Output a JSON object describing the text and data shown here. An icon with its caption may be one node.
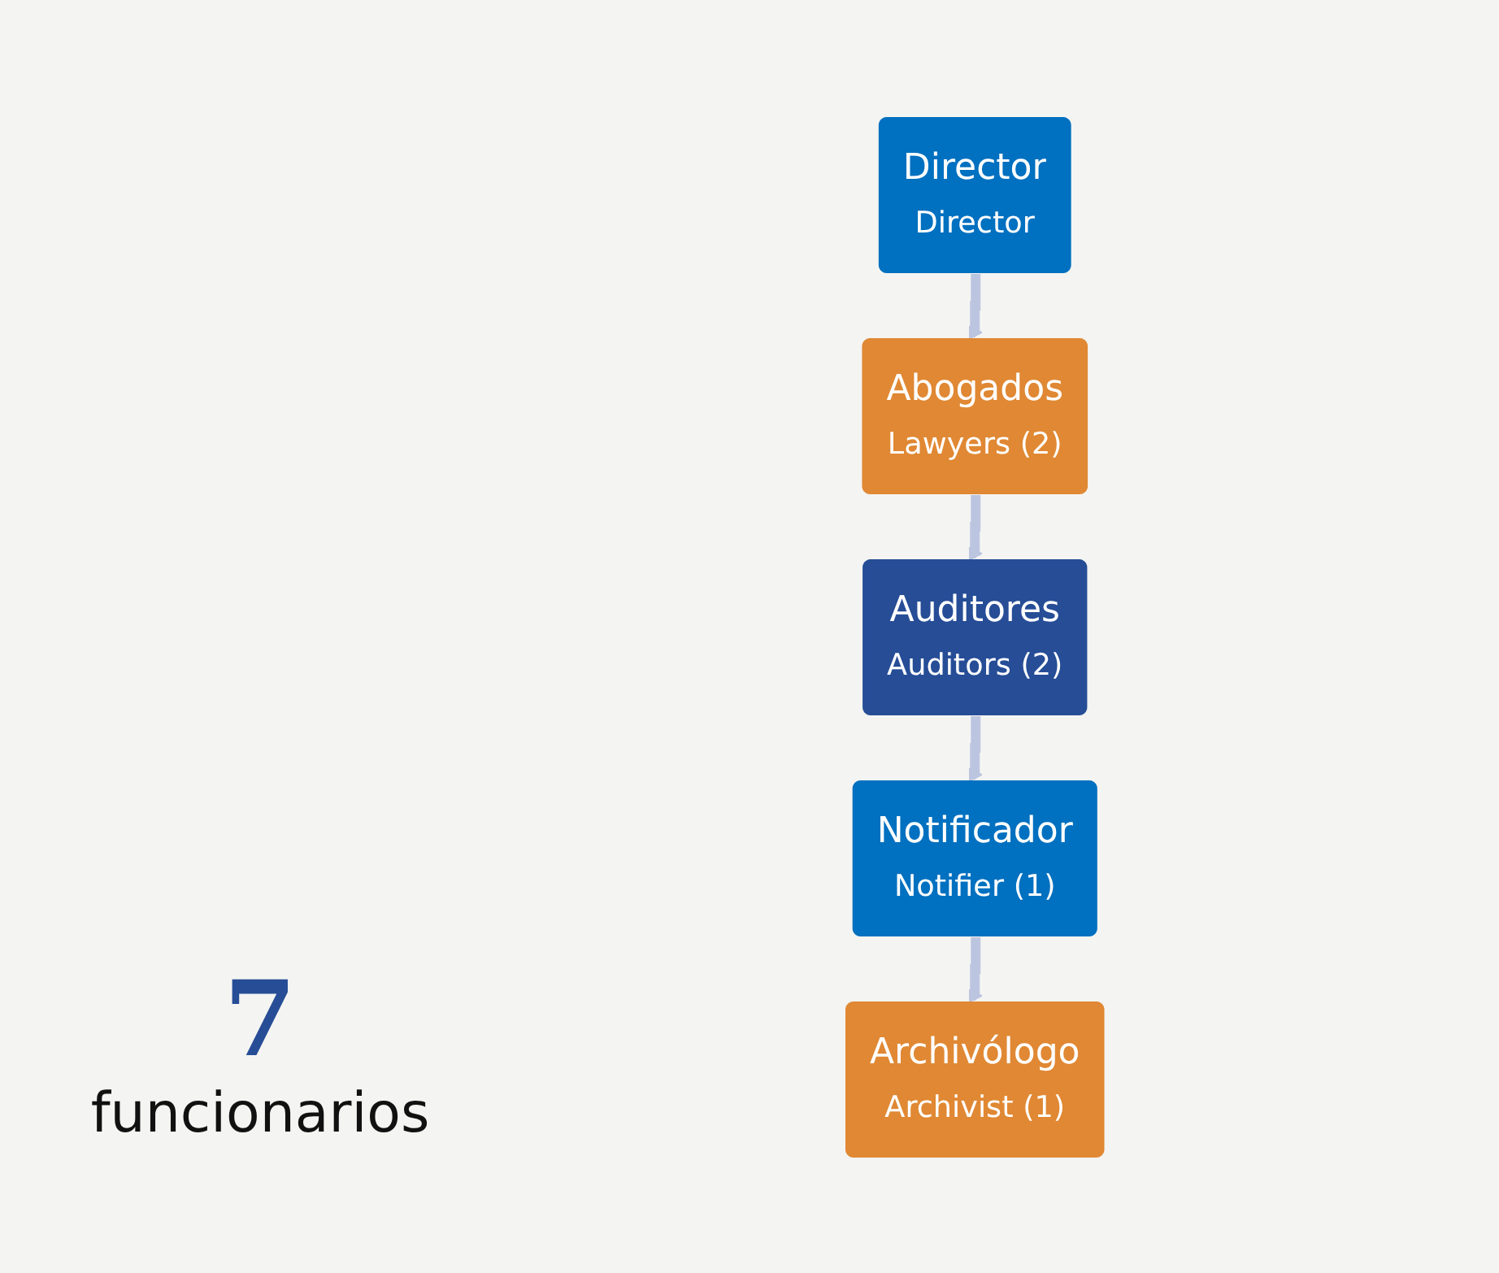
{
  "diagram": {
    "nodes": [
      {
        "text": [
          "Director",
          "Director"
        ]
      },
      {
        "text": [
          "Abogados",
          "Lawyers (2)"
        ]
      },
      {
        "text": [
          "Auditores",
          "Auditors (2)"
        ]
      },
      {
        "text": [
          "Notificador",
          "Notifier (1)"
        ]
      },
      {
        "text": [
          "Archivólogo",
          "Archivist (1)"
        ]
      }
    ],
    "edges": [
      {
        "from": 0,
        "to": 1,
        "arrow": "to"
      },
      {
        "from": 1,
        "to": 2,
        "arrow": "to"
      },
      {
        "from": 2,
        "to": 3,
        "arrow": "to"
      },
      {
        "from": 3,
        "to": 4,
        "arrow": "to"
      }
    ],
    "labels": [
      "7",
      "funcionarios"
    ]
  }
}
